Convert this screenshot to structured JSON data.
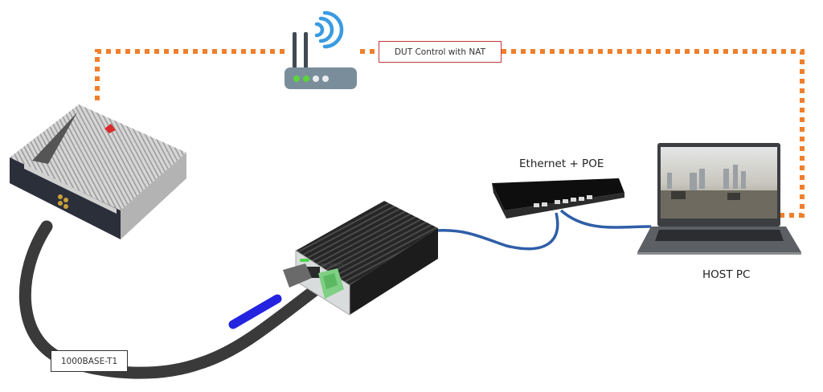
{
  "diagram": {
    "title": "1000BASE-T1 media converter test setup",
    "colors": {
      "control_link": "#f07f2d",
      "ethernet_cable": "#2f5ea8",
      "t1_cable": "#3a3a3a",
      "nat_label_border": "#c0393b",
      "router_body": "#7a8d9b",
      "router_led_on": "#5ad43a",
      "wifi_waves": "#3a9be0"
    },
    "labels": {
      "nat": "DUT Control with NAT",
      "base_t1": "1000BASE-T1",
      "switch": "Ethernet + POE",
      "host": "HOST PC",
      "converter_model": "ESC1000T1"
    },
    "nodes": [
      {
        "id": "dut",
        "name": "Automotive ECU (DUT)",
        "icon": "ecu-device-icon"
      },
      {
        "id": "router",
        "name": "Wireless Router",
        "icon": "wifi-router-icon"
      },
      {
        "id": "converter",
        "name": "Media Converter",
        "icon": "media-converter-icon"
      },
      {
        "id": "switch",
        "name": "PoE Switch",
        "icon": "ethernet-switch-icon"
      },
      {
        "id": "host",
        "name": "Host PC",
        "icon": "laptop-icon"
      }
    ],
    "links": [
      {
        "from": "dut",
        "to": "host",
        "type": "control",
        "via": "router",
        "label": "DUT Control with NAT"
      },
      {
        "from": "dut",
        "to": "converter",
        "type": "cable",
        "label": "1000BASE-T1"
      },
      {
        "from": "converter",
        "to": "switch",
        "type": "ethernet"
      },
      {
        "from": "switch",
        "to": "host",
        "type": "ethernet"
      }
    ]
  }
}
